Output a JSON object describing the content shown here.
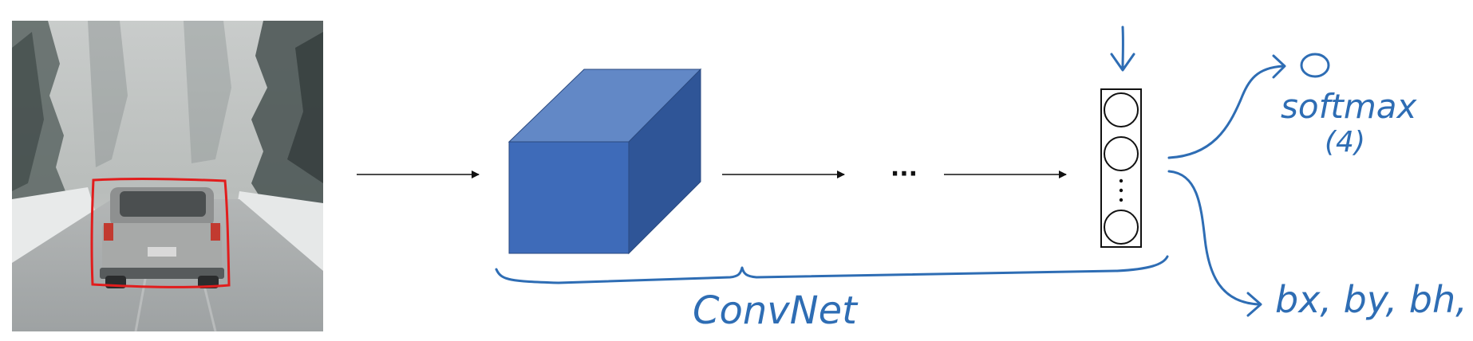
{
  "labels": {
    "ellipsis": "···",
    "softmax": "softmax",
    "softmax_count": "(4)",
    "bbox_outputs": "bx, by, bh, bw",
    "convnet": "ConvNet"
  },
  "colors": {
    "ink": "#2e6db4",
    "cube_front": "#3e6bb9",
    "cube_top": "#6288c6",
    "cube_side": "#2f5597",
    "bbox": "#e11d1d",
    "arrow": "#111111"
  }
}
